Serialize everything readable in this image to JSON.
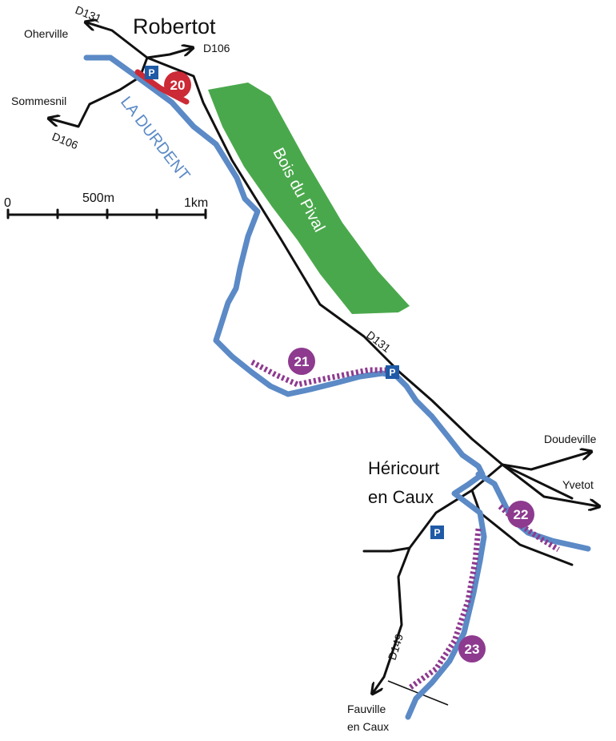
{
  "colors": {
    "river": "#5b8ac6",
    "road": "#111111",
    "forest": "#4aa84c",
    "trail_purple": "#8d3a8f",
    "trail_red": "#cc2a36",
    "parking": "#1f5aa6"
  },
  "towns": {
    "robertot": "Robertot",
    "hericourt_line1": "Héricourt",
    "hericourt_line2": "en Caux"
  },
  "destinations": {
    "oherville": "Oherville",
    "sommesnil": "Sommesnil",
    "doudeville": "Doudeville",
    "yvetot": "Yvetot",
    "fauville_line1": "Fauville",
    "fauville_line2": "en Caux"
  },
  "roads": {
    "d131_north": "D131",
    "d106_east": "D106",
    "d106_west": "D106",
    "d131_mid": "D131",
    "d149": "D149"
  },
  "river_name": "LA DURDENT",
  "forest_name": "Bois du Pival",
  "scale": {
    "zero": "0",
    "mid": "500m",
    "end": "1km"
  },
  "trails": [
    {
      "id": "20",
      "color": "red"
    },
    {
      "id": "21",
      "color": "purple"
    },
    {
      "id": "22",
      "color": "purple"
    },
    {
      "id": "23",
      "color": "purple"
    }
  ],
  "parking_label": "P",
  "icons": [
    "parking-icon",
    "arrow-icon"
  ]
}
